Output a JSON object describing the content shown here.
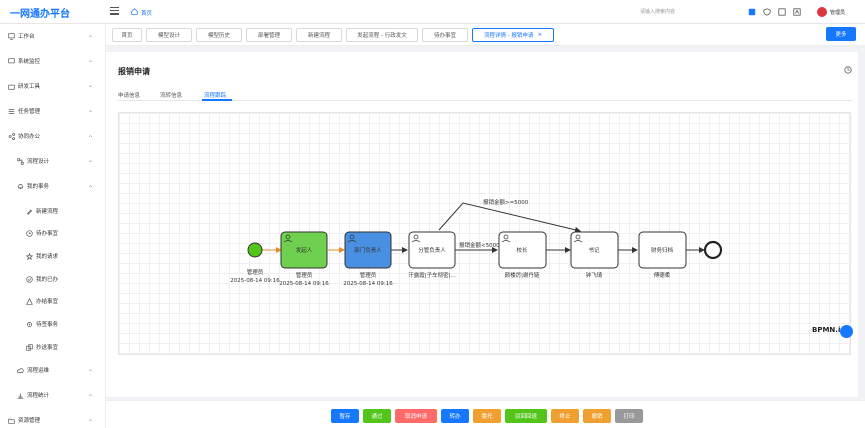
{
  "app": {
    "title": "一网通办平台"
  },
  "header": {
    "breadcrumb_home": "首页",
    "search_placeholder": "请输入搜索内容",
    "user_name": "管理员"
  },
  "sidebar": {
    "items": [
      {
        "label": "工作台",
        "icon": "monitor-icon"
      },
      {
        "label": "系统监控",
        "icon": "monitor-icon"
      },
      {
        "label": "研发工具",
        "icon": "toolbox-icon"
      },
      {
        "label": "任务管理",
        "icon": "list-icon"
      },
      {
        "label": "协同办公",
        "icon": "share-icon"
      },
      {
        "label": "流程设计",
        "icon": "flow-icon"
      },
      {
        "label": "我的事务",
        "icon": "bell-icon"
      },
      {
        "label": "新建流程",
        "icon": "pen-icon"
      },
      {
        "label": "待办事宜",
        "icon": "clock-icon"
      },
      {
        "label": "我的请求",
        "icon": "star-icon"
      },
      {
        "label": "我的已办",
        "icon": "check-icon"
      },
      {
        "label": "办结事宜",
        "icon": "warning-icon"
      },
      {
        "label": "待签事务",
        "icon": "gear-icon"
      },
      {
        "label": "抄送事宜",
        "icon": "copy-icon"
      },
      {
        "label": "流程运维",
        "icon": "cloud-icon"
      },
      {
        "label": "流程统计",
        "icon": "chart-icon"
      },
      {
        "label": "资源管理",
        "icon": "folder-icon"
      }
    ]
  },
  "tabs": [
    {
      "label": "首页"
    },
    {
      "label": "模型设计"
    },
    {
      "label": "模型历史"
    },
    {
      "label": "部署管理"
    },
    {
      "label": "新建流程"
    },
    {
      "label": "发起流程 - 行政发文"
    },
    {
      "label": "待办事宜"
    },
    {
      "label": "流程详情 - 报销申请",
      "close": "×"
    }
  ],
  "more_label": "更多",
  "page": {
    "title": "报销申请",
    "subtabs": [
      "申请信息",
      "流转信息",
      "流程跟踪"
    ]
  },
  "bpmn": {
    "start_label": "管理员",
    "start_time": "2025-08-14 09:16",
    "nodes": [
      {
        "name": "发起人",
        "assignee": "管理员",
        "time": "2025-08-14 09:16"
      },
      {
        "name": "部门负责人",
        "assignee": "管理员",
        "time": "2025-08-14 09:16"
      },
      {
        "name": "分管负责人",
        "assignee": "汗露霞|子车彻密|..."
      },
      {
        "name": "校长",
        "assignee": "颜楼厉|谢丹链"
      },
      {
        "name": "书记",
        "assignee": "钟飞琦"
      },
      {
        "name": "财务归档",
        "assignee": "傅德柔"
      }
    ],
    "conditions": {
      "high": "报销金额>=5000",
      "low": "报销金额<5000"
    },
    "watermark": "BPMN.io"
  },
  "actions": [
    {
      "label": "暂存",
      "color": "#1677ff"
    },
    {
      "label": "通过",
      "color": "#52c41a"
    },
    {
      "label": "取消申请",
      "color": "#ff6b6b"
    },
    {
      "label": "转办",
      "color": "#1677ff"
    },
    {
      "label": "委托",
      "color": "#f0a030"
    },
    {
      "label": "驳回回退",
      "color": "#52c41a"
    },
    {
      "label": "终止",
      "color": "#f0a030"
    },
    {
      "label": "撤销",
      "color": "#f0a030"
    },
    {
      "label": "打印",
      "color": "#999999"
    }
  ],
  "colors": {
    "primary": "#1677ff",
    "start_event": "#52c41a",
    "node_done": "#6fcf4f",
    "node_current": "#4a90e2"
  }
}
